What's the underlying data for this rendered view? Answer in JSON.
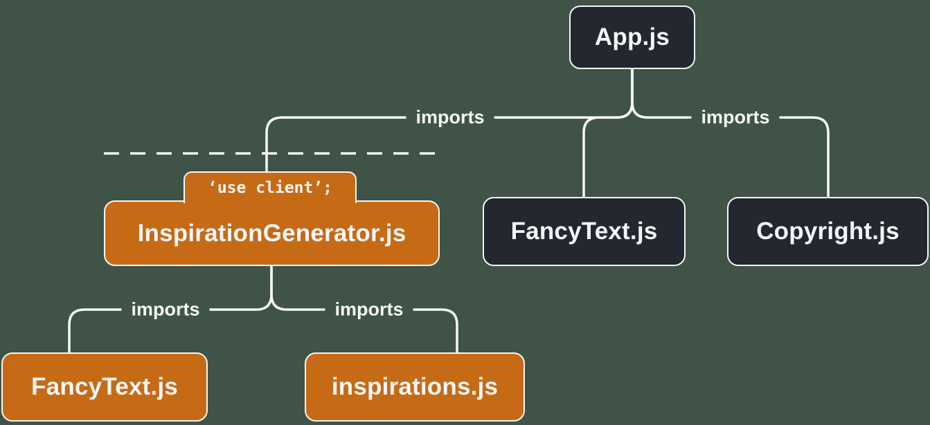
{
  "colors": {
    "background": "#3F5347",
    "server_node": "#23272F",
    "client_node": "#C76A15",
    "line": "#F6F7F9"
  },
  "nodes": {
    "app": {
      "label": "App.js",
      "type": "server"
    },
    "inspiration_generator": {
      "label": "InspirationGenerator.js",
      "directive": "‘use client’;",
      "type": "client"
    },
    "fancy_text_top": {
      "label": "FancyText.js",
      "type": "server"
    },
    "copyright": {
      "label": "Copyright.js",
      "type": "server"
    },
    "fancy_text_bottom": {
      "label": "FancyText.js",
      "type": "client"
    },
    "inspirations": {
      "label": "inspirations.js",
      "type": "client"
    }
  },
  "edges": {
    "app_to_inspiration_generator": {
      "label": "imports"
    },
    "app_to_fancy_text": {
      "label": ""
    },
    "app_to_copyright": {
      "label": "imports"
    },
    "inspiration_generator_to_fancy_text": {
      "label": "imports"
    },
    "inspiration_generator_to_inspirations": {
      "label": "imports"
    }
  }
}
